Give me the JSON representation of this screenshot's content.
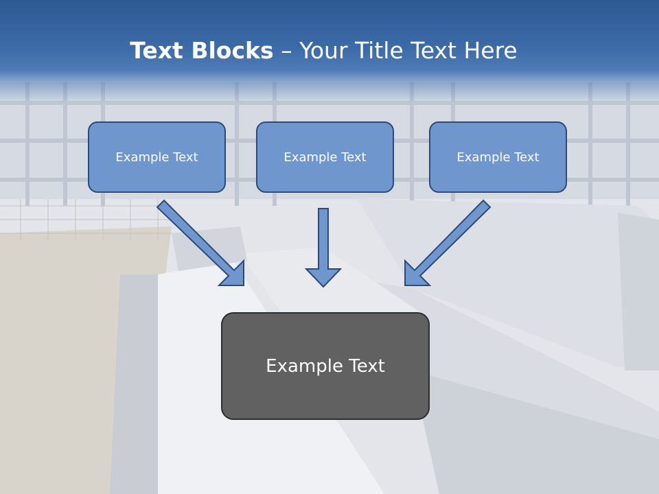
{
  "title": {
    "bold": "Text Blocks",
    "rest": " – Your Title Text Here"
  },
  "blocks": {
    "left": "Example Text",
    "middle": "Example Text",
    "right": "Example Text",
    "center": "Example Text"
  },
  "colors": {
    "header_blue": "#3c6aa7",
    "block_fill": "#6f97cd",
    "block_border": "#2b4a78",
    "center_fill": "#616161",
    "arrow_fill": "#6f97cd"
  }
}
